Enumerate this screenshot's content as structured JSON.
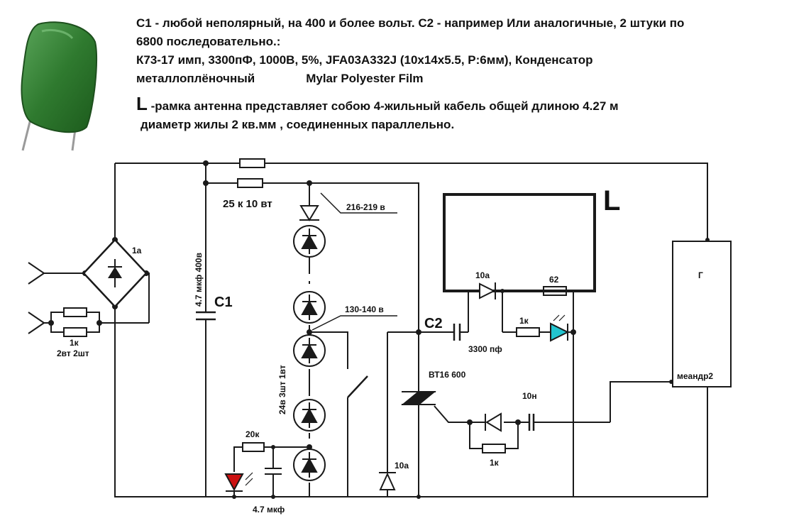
{
  "header": {
    "line1": "C1 - любой неполярный, на 400 и более вольт. C2 - например Или аналогичные, 2 штуки по",
    "line2": "6800 последовательно.:",
    "line3": "К73-17 имп, 3300пФ, 1000В, 5%, JFA03A332J (10x14x5.5, P:6мм), Конденсатор",
    "line4a": "металлоплёночный",
    "line4b": "Mylar Polyester Film",
    "line5_symbol": "L",
    "line5": "-рамка антенна представляет собою 4-жильный кабель общей длиною 4.27 м",
    "line6": "диаметр жилы 2 кв.мм , соединенных параллельно."
  },
  "schematic": {
    "bridge_label": "1a",
    "res_input_label1": "1к",
    "res_input_label2": "2вт 2шт",
    "c1_value": "4.7 мкф 400в",
    "c1_name": "C1",
    "res_main_label": "25 к  10 вт",
    "voltage_top": "216-219 в",
    "voltage_mid": "130-140 в",
    "zener_label": "24в 3шт 1вт",
    "res_led_label": "20к",
    "cap_led_label": "4.7 мкф",
    "c2_name": "C2",
    "c2_value": "3300 пф",
    "triac_label": "ВТ16 600",
    "loop_name": "L",
    "diode_loop_label": "10a",
    "res_loop_label": "62",
    "res_led2_label": "1к",
    "diode_bottom_label": "10a",
    "cap_gate_label": "10н",
    "res_gate_label": "1к",
    "gen_name": "Г",
    "gen_out_label": "меандр2"
  },
  "colors": {
    "capacitor_body": "#2f7a2f",
    "led_red": "#cc1111",
    "led_cyan": "#22c4cf",
    "wire": "#1a1a1a"
  }
}
